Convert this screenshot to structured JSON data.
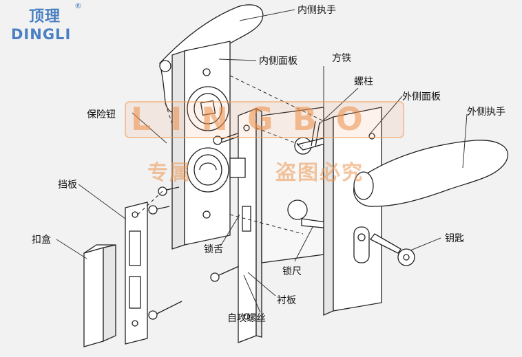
{
  "logo": {
    "cn": "顶理",
    "reg": "®",
    "en": "DINGLI"
  },
  "watermark": {
    "text": "LINGBO",
    "cn_left": "专属",
    "cn_right": "盗图必究"
  },
  "labels": {
    "inner_handle": "内侧执手",
    "inner_panel": "内侧面板",
    "square_bar": "方铁",
    "screw_post": "螺柱",
    "outer_panel": "外侧面板",
    "outer_handle": "外侧执手",
    "safety_knob": "保险钮",
    "strike_plate": "挡板",
    "strike_box": "扣盒",
    "latch": "锁舌",
    "key": "钥匙",
    "lock_bolt": "锁尺",
    "backplate": "衬板",
    "self_tapping_screw": "自攻螺丝"
  },
  "colors": {
    "logo": "#4a7fc2",
    "watermark": "#f0a060",
    "line": "#222222"
  }
}
